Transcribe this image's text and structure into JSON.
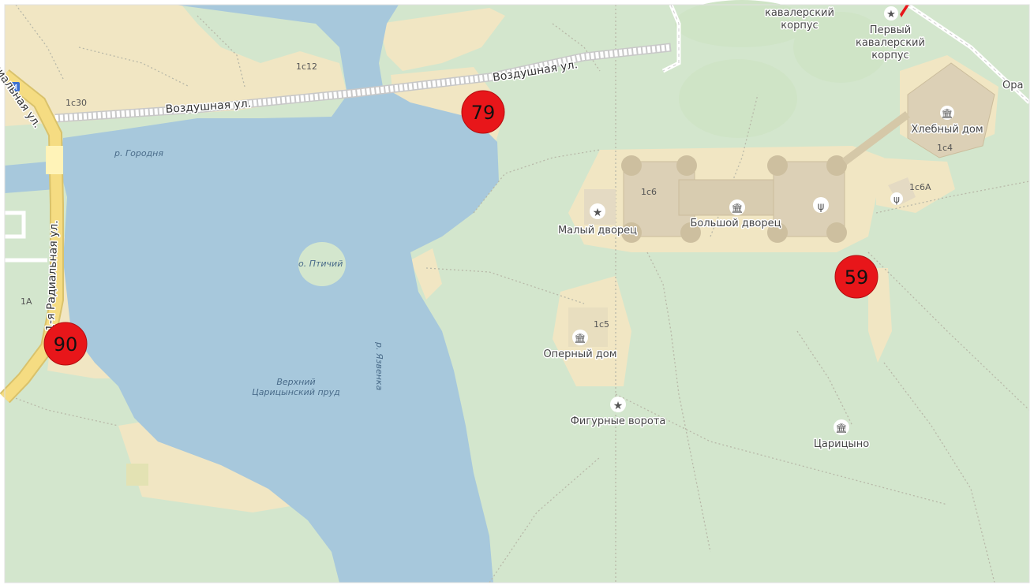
{
  "map": {
    "colors": {
      "forest": "#d3e6cd",
      "water": "#a7c8dc",
      "sand": "#f1e6c3",
      "road_outline": "#c9c9c9",
      "marker": "#e8161a",
      "yellow_road": "#f5dc82"
    },
    "roads": {
      "vozdushnaya_left": "Воздушная ул.",
      "vozdushnaya_right": "Воздушная ул.",
      "radialnaya": "1-я Радиальная ул.",
      "radialnaya_top": "Радиальная ул."
    },
    "water": {
      "river_gorodnya": "р. Городня",
      "island": "о. Птичий",
      "river_yazvenka": "р. Язвенка",
      "pond_line1": "Верхний",
      "pond_line2": "Царицынский пруд"
    },
    "places": {
      "kavalersky_top_line1": "кавалерский",
      "kavalersky_top_line2": "корпус",
      "perviy_line1": "Первый",
      "perviy_line2": "кавалерский",
      "perviy_line3": "корпус",
      "hlebny": "Хлебный дом",
      "maly": "Малый дворец",
      "bolshoy": "Большой дворец",
      "operny": "Оперный дом",
      "figurnye": "Фигурные ворота",
      "tsaritsyno": "Царицыно",
      "ora": "Ора"
    },
    "buildings": {
      "b1c12": "1с12",
      "b1c30": "1с30",
      "b1c6": "1с6",
      "b1c4": "1с4",
      "b1c6A": "1с6А",
      "b1c5": "1с5",
      "b1A": "1А"
    },
    "markers": [
      {
        "label": "79"
      },
      {
        "label": "59"
      },
      {
        "label": "90"
      }
    ]
  }
}
